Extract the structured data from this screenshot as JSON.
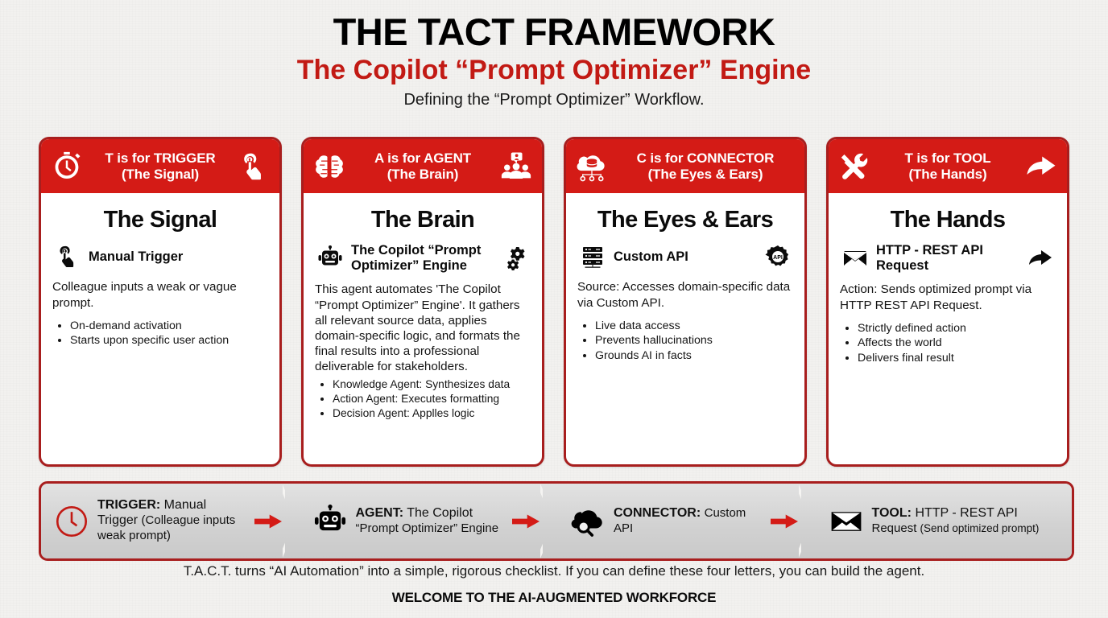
{
  "header": {
    "title": "THE TACT FRAMEWORK",
    "subtitle": "The Copilot “Prompt Optimizer” Engine",
    "tagline": "Defining the “Prompt Optimizer” Workflow."
  },
  "colors": {
    "header_red": "#D41B16",
    "border_red": "#A81E1E",
    "subtitle_red": "#C21A14",
    "page_bg": "#F2F1EF",
    "flow_gray": "#D9D9D9"
  },
  "cards": [
    {
      "head_line1": "T is for TRIGGER",
      "head_line2": "(The Signal)",
      "head_icon_left": "stopwatch-icon",
      "head_icon_right": "tap-hand-icon",
      "title": "The Signal",
      "sub_icon": "tap-hand-icon",
      "sub_label": "Manual Trigger",
      "sub_icon_right": "",
      "description": "Colleague inputs a weak or vague prompt.",
      "bullets": [
        "On-demand activation",
        "Starts upon specific user action"
      ]
    },
    {
      "head_line1": "A is for AGENT",
      "head_line2": "(The Brain)",
      "head_icon_left": "brain-icon",
      "head_icon_right": "people-group-icon",
      "title": "The Brain",
      "sub_icon": "robot-icon",
      "sub_label": "The Copilot “Prompt Optimizer” Engine",
      "sub_icon_right": "gears-icon",
      "description": "This agent automates 'The Copilot “Prompt Optimizer” Engine'. It gathers all relevant source data, applies domain-specific logic, and formats the final results into a professional deliverable for stakeholders.",
      "bullets": [
        "Knowledge Agent: Synthesizes data",
        "Action Agent: Executes formatting",
        "Decision Agent: Applles logic"
      ]
    },
    {
      "head_line1": "C is for CONNECTOR",
      "head_line2": "(The Eyes & Ears)",
      "head_icon_left": "cloud-database-icon",
      "head_icon_right": "",
      "title": "The Eyes & Ears",
      "sub_icon": "server-rack-icon",
      "sub_label": "Custom API",
      "sub_icon_right": "api-gear-icon",
      "description": "Source: Accesses domain-specific data via Custom API.",
      "bullets": [
        "Live data access",
        "Prevents hallucinations",
        "Grounds AI in facts"
      ]
    },
    {
      "head_line1": "T is for TOOL",
      "head_line2": "(The Hands)",
      "head_icon_left": "wrench-screwdriver-icon",
      "head_icon_right": "curved-arrow-icon",
      "title": "The Hands",
      "sub_icon": "envelope-icon",
      "sub_label": "HTTP - REST API Request",
      "sub_icon_right": "curved-arrow-icon",
      "description": "Action: Sends optimized prompt via HTTP REST API Request.",
      "bullets": [
        "Strictly defined action",
        "Affects the world",
        "Delivers final result"
      ]
    }
  ],
  "flow": [
    {
      "icon": "clock-icon",
      "label": "TRIGGER:",
      "value": "Manual Trigger",
      "note": "(Colleague inputs weak prompt)",
      "note_inline": false
    },
    {
      "icon": "robot-icon",
      "label": "AGENT:",
      "value": "The Copilot",
      "note": "“Prompt Optimizer” Engine",
      "note_inline": false
    },
    {
      "icon": "cloud-search-icon",
      "label": "CONNECTOR:",
      "value": "",
      "note": "Custom API",
      "note_inline": false
    },
    {
      "icon": "envelope-icon",
      "label": "TOOL:",
      "value": "HTTP - REST API",
      "note": "Request",
      "note2": "(Send optimized prompt)",
      "note_inline": true
    }
  ],
  "footer": {
    "line1": "T.A.C.T. turns “AI Automation” into a simple, rigorous checklist. If you can define these four letters, you can build the agent.",
    "line2": "WELCOME TO THE AI-AUGMENTED WORKFORCE"
  }
}
